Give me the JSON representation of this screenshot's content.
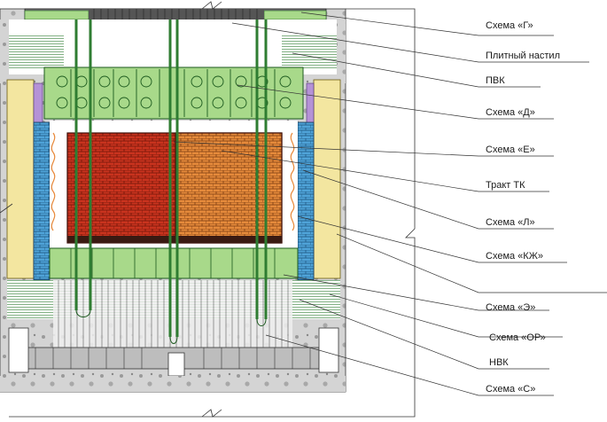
{
  "callouts": [
    {
      "label": "Схема «Г»"
    },
    {
      "label": "Плитный настил"
    },
    {
      "label": "ПВК"
    },
    {
      "label": "Схема «Д»"
    },
    {
      "label": "Схема «Е»"
    },
    {
      "label": "Тракт ТК"
    },
    {
      "label": "Схема «Л»"
    },
    {
      "label": "Схема «КЖ»"
    },
    {
      "label": "Схема «Э»"
    },
    {
      "label": "Схема «ОР»"
    },
    {
      "label": "НВК"
    },
    {
      "label": "Схема «С»"
    }
  ],
  "colors": {
    "concrete": "#cfcfcf",
    "green_structure": "#a8d98a",
    "green_dark": "#2f7d32",
    "graphite_red": "#cf3a22",
    "graphite_orange": "#e8893a",
    "blue_column": "#4fa3d8",
    "yellow_tank": "#f3e6a0",
    "light_grey_zone": "#e9e9e9"
  }
}
